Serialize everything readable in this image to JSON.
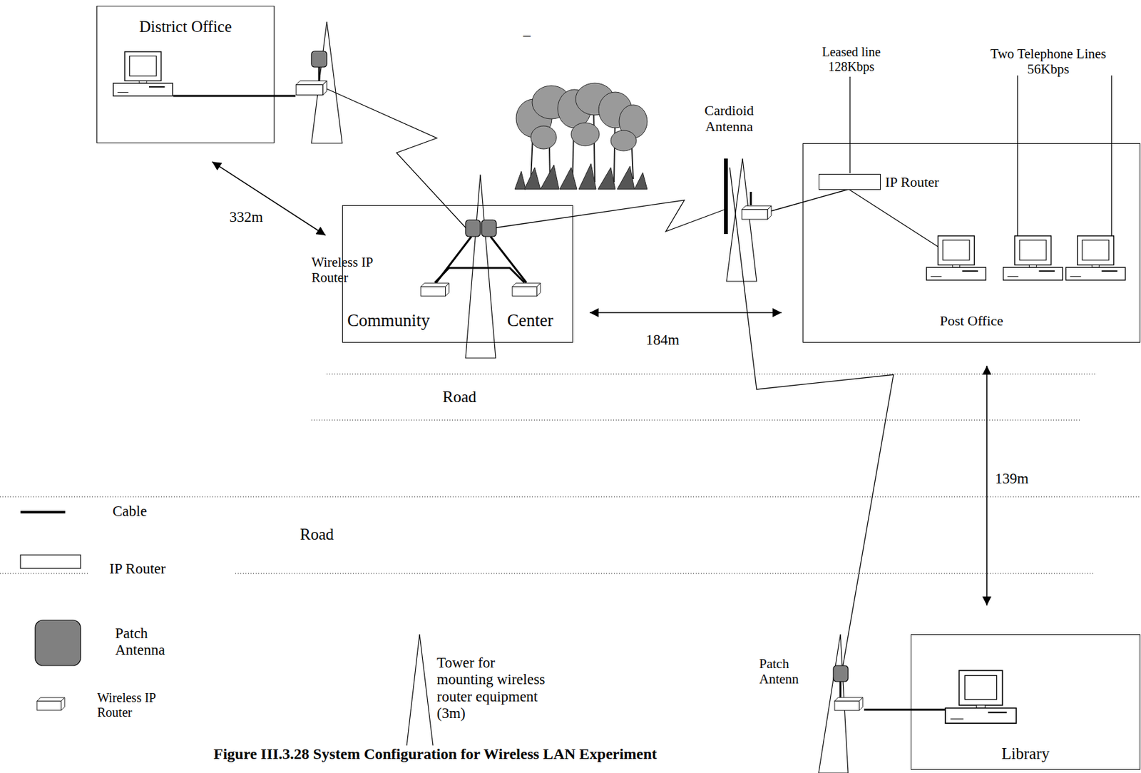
{
  "diagram": {
    "caption": "Figure III.3.28 System Configuration for Wireless LAN Experiment",
    "nodes": [
      {
        "text": [
          "District Office"
        ]
      },
      {
        "text": [
          "Community",
          "Center"
        ]
      },
      {
        "text": [
          "Post Office"
        ]
      },
      {
        "text": [
          "IP Router"
        ],
        "in": 2
      },
      {
        "text": [
          "Library"
        ]
      }
    ],
    "edges": [
      {
        "from": 0,
        "to": 1,
        "arrow": "both",
        "label": "332m"
      },
      {
        "from": 1,
        "to": 2,
        "arrow": "both",
        "label": "184m"
      },
      {
        "from": 2,
        "to": 4,
        "arrow": "both",
        "label": "139m"
      }
    ],
    "labels": [
      "–",
      "Leased line 128Kbps",
      "Two Telephone Lines 56Kbps",
      "Cardioid Antenna",
      "Wireless IP Router",
      "Road",
      "Road",
      "Patch Antenn"
    ],
    "legend": [
      {
        "text": "Cable"
      },
      {
        "text": "IP Router"
      },
      {
        "text": "Patch Antenna"
      },
      {
        "text": "Wireless IP Router"
      },
      {
        "text": "Tower for mounting wireless router equipment (3m)"
      }
    ]
  }
}
